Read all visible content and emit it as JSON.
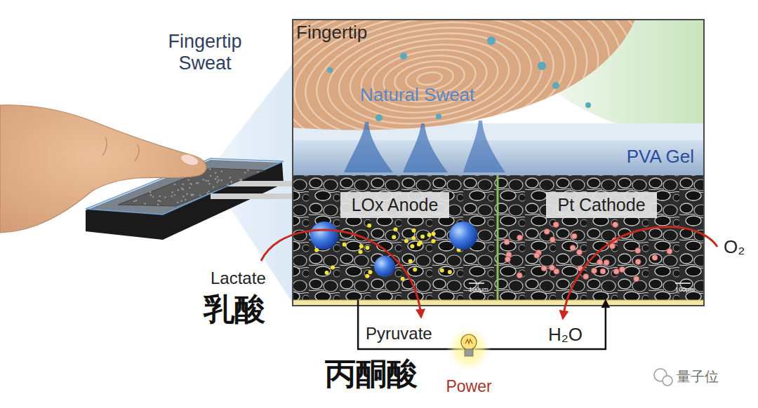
{
  "diagram": {
    "nodes": [
      {
        "text": [
          "PVA Gel"
        ]
      },
      {
        "text": [
          "LOx Anode"
        ]
      },
      {
        "text": [
          "Pt Cathode"
        ]
      }
    ],
    "edges": [
      {
        "from": 1,
        "to": 2,
        "arrow": "to",
        "label": "Power"
      }
    ],
    "labels": [
      "Fingertip Sweat",
      "Fingertip",
      "Natural Sweat",
      "100μm",
      "100μm",
      "Lactate",
      "乳酸",
      "Pyruvate",
      "H₂O",
      "O₂",
      "丙酮酸",
      "量子位"
    ]
  }
}
